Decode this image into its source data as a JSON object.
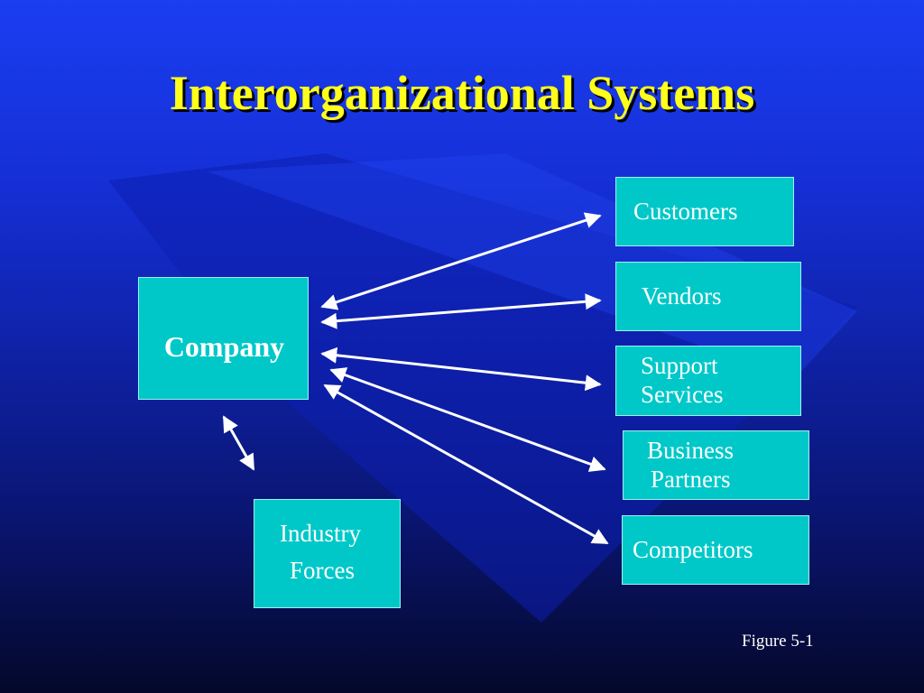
{
  "slide": {
    "title": "Interorganizational Systems",
    "figure_label": "Figure 5-1",
    "colors": {
      "title": "#ffff1a",
      "box_fill": "#00c8c8",
      "box_text": "#ffffff",
      "arrow": "#ffffff",
      "background_top": "#1a3ef0",
      "background_bottom": "#04082a"
    }
  },
  "nodes": {
    "company": "Company",
    "customers": "Customers",
    "vendors": "Vendors",
    "support_line1": "Support",
    "support_line2": "Services",
    "partners_line1": "Business",
    "partners_line2": "Partners",
    "competitors": "Competitors",
    "industry_line1": "Industry",
    "industry_line2": "Forces"
  },
  "edges": [
    {
      "from": "Company",
      "to": "Customers",
      "direction": "both"
    },
    {
      "from": "Company",
      "to": "Vendors",
      "direction": "both"
    },
    {
      "from": "Company",
      "to": "Support Services",
      "direction": "both"
    },
    {
      "from": "Company",
      "to": "Business Partners",
      "direction": "both"
    },
    {
      "from": "Company",
      "to": "Competitors",
      "direction": "both"
    },
    {
      "from": "Company",
      "to": "Industry Forces",
      "direction": "both"
    }
  ]
}
